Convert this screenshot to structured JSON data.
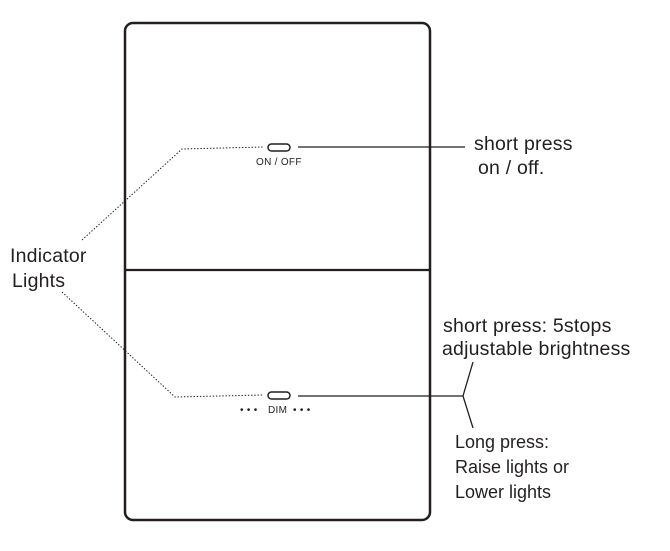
{
  "diagram": {
    "indicator_label": [
      "Indicator",
      "Lights"
    ],
    "top_button": {
      "label": "ON / OFF",
      "callout": [
        "short press",
        "on / off."
      ]
    },
    "bottom_button": {
      "label": "DIM",
      "dots_left": "• • •",
      "dots_right": "• • •",
      "short_callout": [
        "short press: 5stops",
        "adjustable brightness"
      ],
      "long_callout": [
        "Long press:",
        "Raise lights or",
        "Lower lights"
      ]
    }
  }
}
